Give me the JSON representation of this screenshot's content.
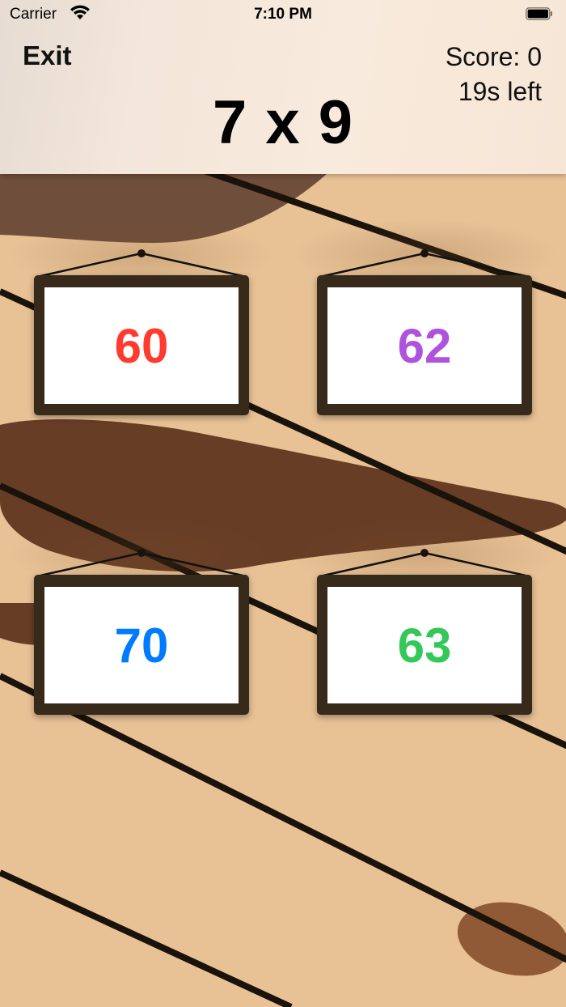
{
  "status_bar": {
    "carrier": "Carrier",
    "time": "7:10 PM",
    "wifi_icon": "wifi-icon",
    "battery_icon": "battery-full-icon"
  },
  "header": {
    "exit_label": "Exit",
    "score": "Score: 0",
    "time_left": "19s left",
    "problem": "7 x 9"
  },
  "answers": [
    {
      "value": "60",
      "color": "#ff3b30"
    },
    {
      "value": "62",
      "color": "#af52de"
    },
    {
      "value": "70",
      "color": "#007aff"
    },
    {
      "value": "63",
      "color": "#34c759"
    }
  ],
  "colors": {
    "background": "#e8c195",
    "frame": "#382a1b",
    "stripe": "#1a130b",
    "blob_dark": "#683d26",
    "blob_mid": "#6f4e3b",
    "blob_light": "#8f5a35"
  }
}
